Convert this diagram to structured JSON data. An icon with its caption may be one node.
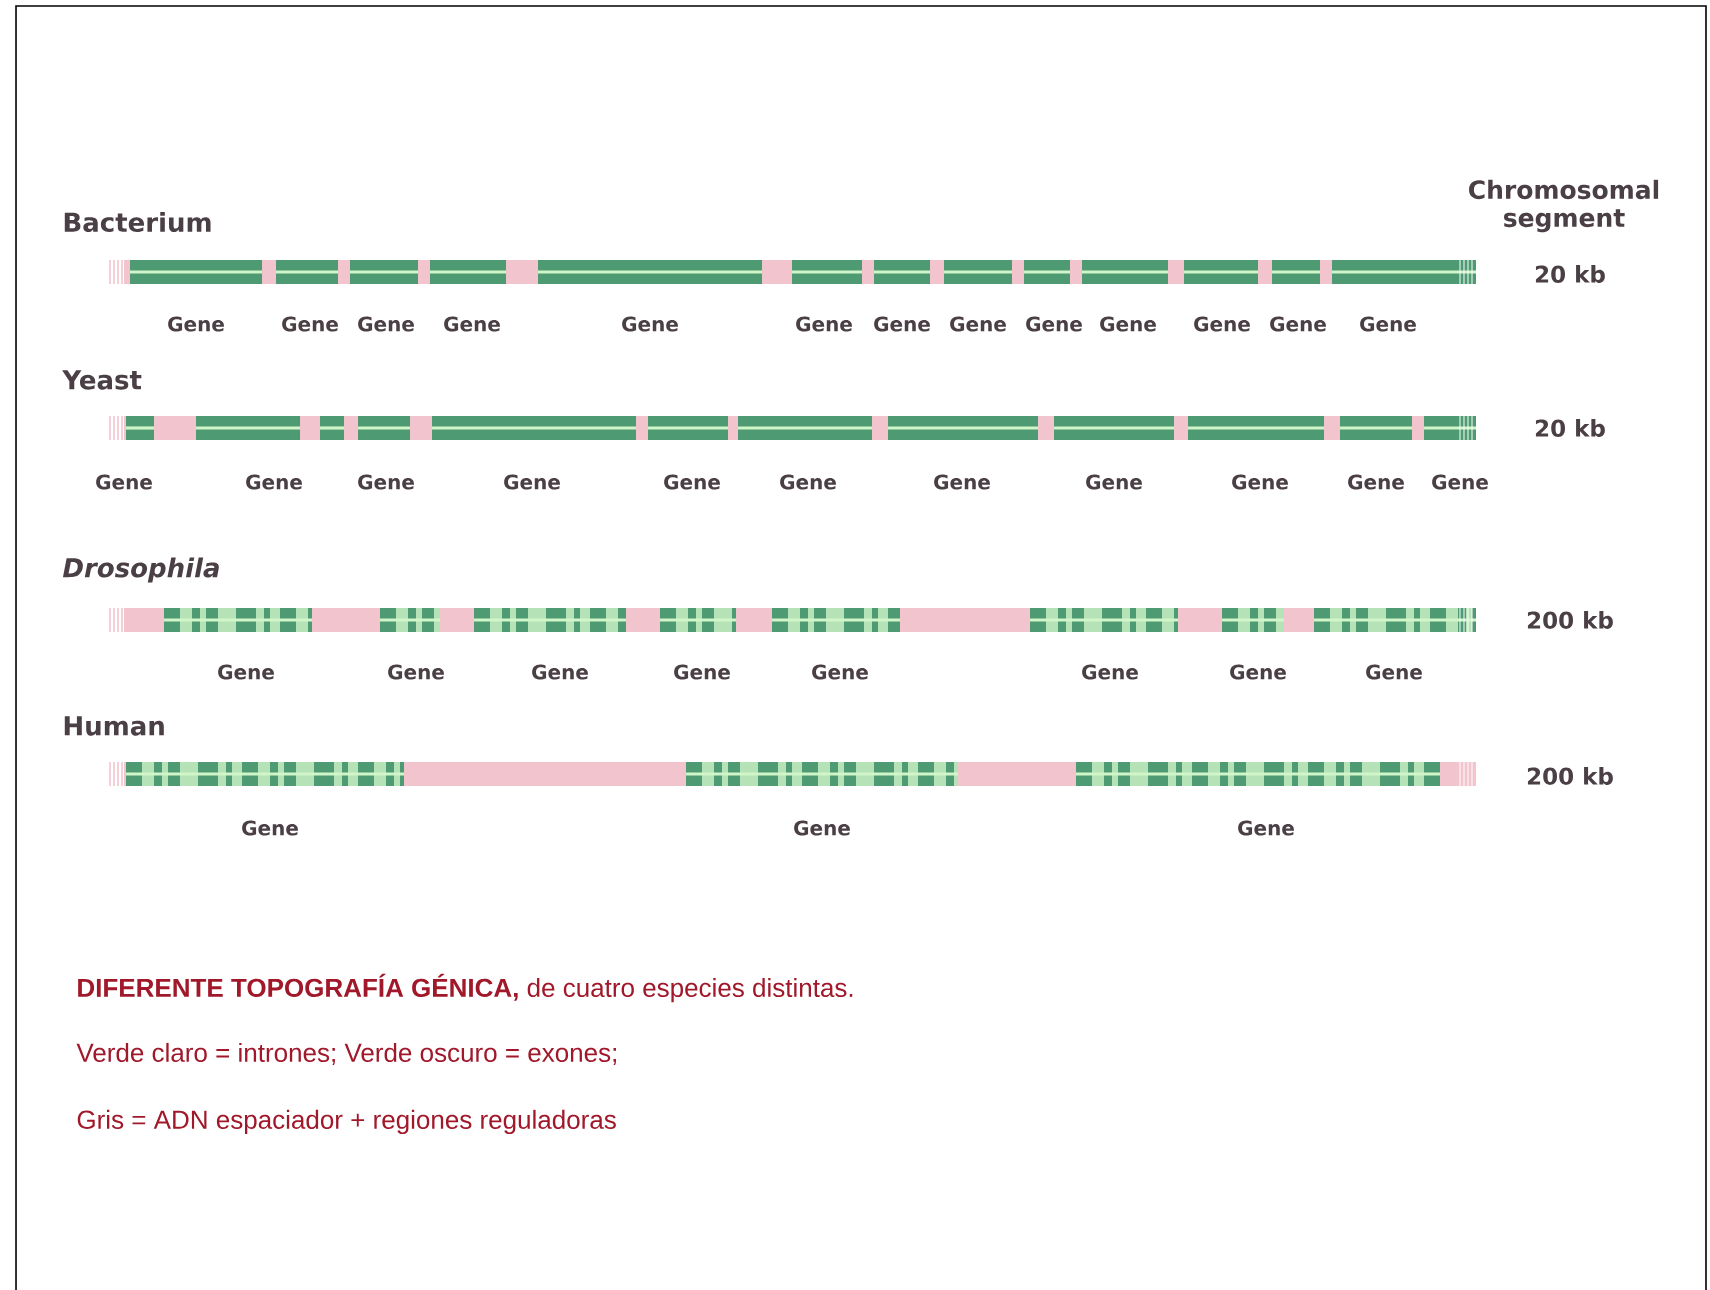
{
  "diagram": {
    "caption": "**DIFERENTE TOPOGRAFÍA GÉNICA,** de cuatro especies distintas.",
    "labels": [
      "Bacterium",
      "Chromosomal segment",
      "20 kb",
      "Gene",
      "Gene",
      "Gene",
      "Gene",
      "Gene",
      "Gene",
      "Gene",
      "Gene",
      "Gene",
      "Gene",
      "Gene",
      "Gene",
      "Gene",
      "Yeast",
      "20 kb",
      "Gene",
      "Gene",
      "Gene",
      "Gene",
      "Gene",
      "Gene",
      "Gene",
      "Gene",
      "Gene",
      "Gene",
      "Gene",
      "Drosophila",
      "200 kb",
      "Gene",
      "Gene",
      "Gene",
      "Gene",
      "Gene",
      "Gene",
      "Gene",
      "Gene",
      "Human",
      "200 kb",
      "Gene",
      "Gene",
      "Gene",
      "Verde claro = intrones;   Verde oscuro = exones;",
      "Gris = ADN espaciador + regiones reguladoras"
    ]
  }
}
